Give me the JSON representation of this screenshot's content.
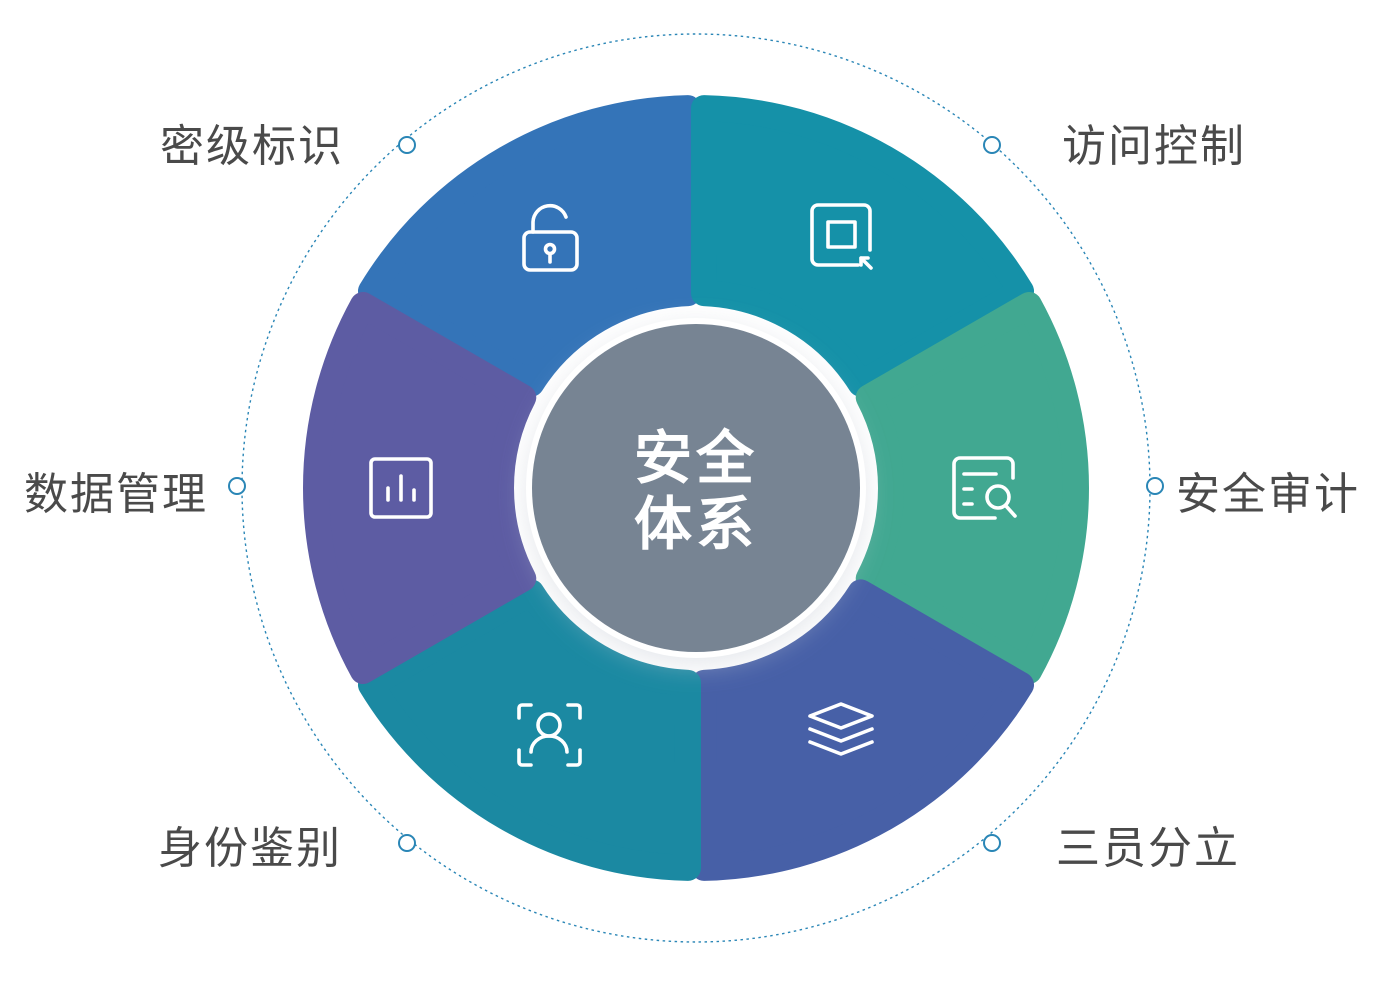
{
  "center": {
    "line1": "安全",
    "line2": "体系"
  },
  "segments": [
    {
      "label": "密级标识",
      "icon": "lock-icon",
      "color": "#3474b8"
    },
    {
      "label": "访问控制",
      "icon": "access-window-icon",
      "color": "#1591a8"
    },
    {
      "label": "安全审计",
      "icon": "audit-search-icon",
      "color": "#41a891"
    },
    {
      "label": "三员分立",
      "icon": "layers-icon",
      "color": "#4760a7"
    },
    {
      "label": "身份鉴别",
      "icon": "face-id-icon",
      "color": "#1b89a2"
    },
    {
      "label": "数据管理",
      "icon": "bar-chart-icon",
      "color": "#5d5ca3"
    }
  ],
  "colors": {
    "center_fill": "#778493",
    "ring": "#2a86b6",
    "label_text": "#4a4a4a"
  }
}
